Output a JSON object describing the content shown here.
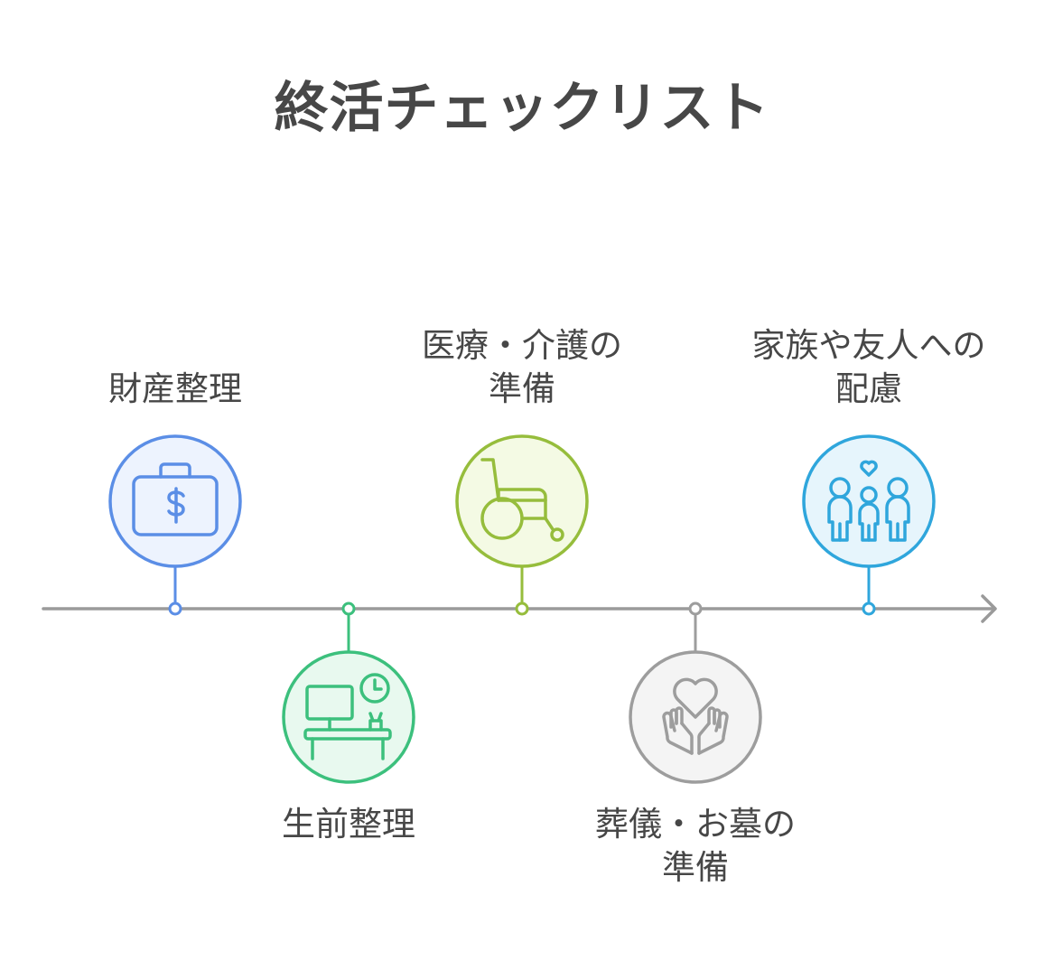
{
  "title": "終活チェックリスト",
  "steps": [
    {
      "id": "finance",
      "label_lines": [
        "財産整理"
      ],
      "icon": "money-briefcase-icon",
      "color": "#5b8ee6",
      "fill": "#edf3fe"
    },
    {
      "id": "life-cleanup",
      "label_lines": [
        "生前整理"
      ],
      "icon": "desk-computer-clock-icon",
      "color": "#3cc07d",
      "fill": "#e8f9ef"
    },
    {
      "id": "medical-care",
      "label_lines": [
        "医療・介護の",
        "準備"
      ],
      "icon": "wheelchair-icon",
      "color": "#96bd3c",
      "fill": "#f4fae4"
    },
    {
      "id": "funeral-grave",
      "label_lines": [
        "葬儀・お墓の",
        "準備"
      ],
      "icon": "hands-heart-icon",
      "color": "#9d9d9d",
      "fill": "#f4f4f4"
    },
    {
      "id": "family-friends",
      "label_lines": [
        "家族や友人への",
        "配慮"
      ],
      "icon": "family-heart-icon",
      "color": "#2fa6dc",
      "fill": "#e6f5fc"
    }
  ],
  "timeline": {
    "line_color": "#9a9a9a"
  }
}
